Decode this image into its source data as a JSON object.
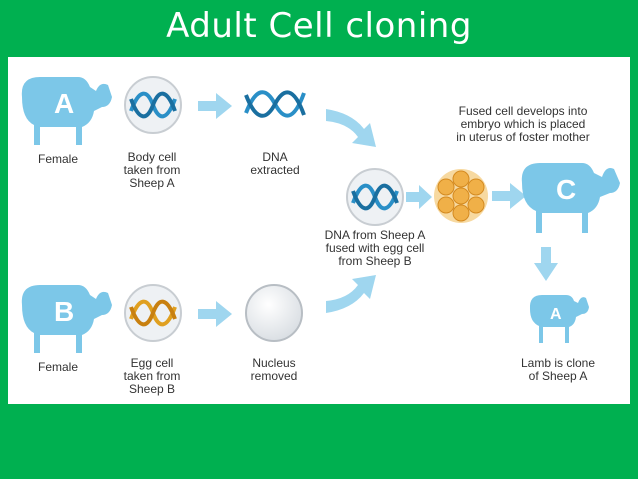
{
  "title": "Adult Cell cloning",
  "colors": {
    "background": "#00b050",
    "sheep": "#7cc7e8",
    "arrow": "#9fd6ef",
    "dna_blue": "#2a8fc7",
    "dna_orange": "#e0a020",
    "egg_cells": "#f0b048"
  },
  "nodes": {
    "sheep_a": {
      "letter": "A",
      "label": "Female"
    },
    "sheep_b": {
      "letter": "B",
      "label": "Female"
    },
    "sheep_c": {
      "letter": "C"
    },
    "lamb": {
      "letter": "A",
      "label": "Lamb is clone\nof Sheep A"
    },
    "body_cell": {
      "label": "Body cell\ntaken from\nSheep A"
    },
    "dna": {
      "label": "DNA\nextracted"
    },
    "egg_cell": {
      "label": "Egg cell\ntaken from\nSheep B"
    },
    "nucleus": {
      "label": "Nucleus\nremoved"
    },
    "fused": {
      "label": "DNA from Sheep A\nfused with egg cell\nfrom Sheep B"
    },
    "embryo": {
      "label": "Fused cell develops into\nembryo which is placed\nin uterus of foster mother"
    }
  }
}
